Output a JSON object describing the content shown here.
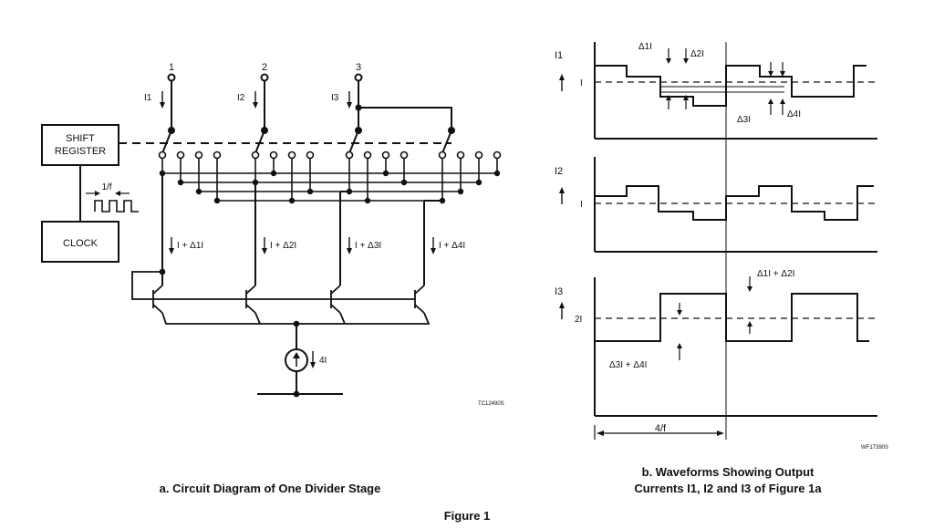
{
  "circuit": {
    "shift_register_line1": "SHIFT",
    "shift_register_line2": "REGISTER",
    "clock_label": "CLOCK",
    "freq_label": "1/f",
    "nodes": [
      "1",
      "2",
      "3"
    ],
    "output_currents": [
      "I1",
      "I2",
      "I3"
    ],
    "branch_currents": [
      "I + Δ1I",
      "I + Δ2I",
      "I + Δ3I",
      "I + Δ4I"
    ],
    "source_current": "4I",
    "ref_code": "TC12490S",
    "caption": "a. Circuit Diagram of One Divider Stage"
  },
  "waveforms": {
    "panel1": {
      "axis_label": "I1",
      "level_label": "I",
      "annotations": [
        "Δ1I",
        "Δ2I",
        "Δ3I",
        "Δ4I"
      ]
    },
    "panel2": {
      "axis_label": "I2",
      "level_label": "I"
    },
    "panel3": {
      "axis_label": "I3",
      "level_label": "2I",
      "annotation_top": "Δ1I + Δ2I",
      "annotation_bottom": "Δ3I + Δ4I"
    },
    "period_label": "4/f",
    "ref_code": "WF17390S",
    "caption_line1": "b. Waveforms Showing Output",
    "caption_line2": "Currents I1, I2 and I3 of Figure 1a"
  },
  "figure_title": "Figure 1"
}
